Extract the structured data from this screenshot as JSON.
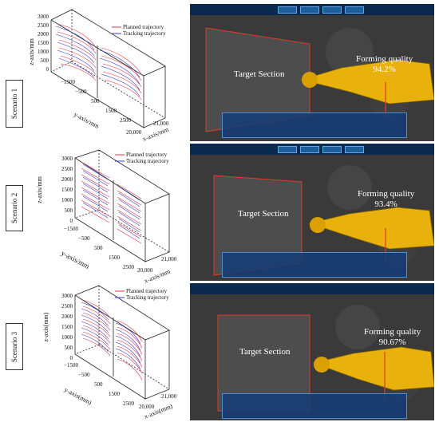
{
  "scenarios": [
    {
      "label": "Scenario 1",
      "plot": {
        "legend": [
          "Planned trajectory",
          "Tracking trajectory"
        ],
        "z_label": "z-axis/mm",
        "y_label": "y-axis/mm",
        "x_label": "x-axis/mm",
        "z_ticks": [
          "3000",
          "2500",
          "2000",
          "1500",
          "1000",
          "500",
          "0"
        ],
        "y_ticks": [
          "−1500",
          "−500",
          "500",
          "1500",
          "2500"
        ],
        "x_ticks": [
          "20,000",
          "21,000"
        ]
      },
      "panel": {
        "target": "Target Section",
        "fq_label": "Forming quality",
        "fq_value": "94.2%"
      }
    },
    {
      "label": "Scenario 2",
      "plot": {
        "legend": [
          "Planned trajectory",
          "Tracking trajectory"
        ],
        "z_label": "z-axis/mm",
        "y_label": "y-axis/mm",
        "x_label": "x-axis/mm",
        "z_ticks": [
          "3000",
          "2500",
          "2000",
          "1500",
          "1000",
          "500",
          "0"
        ],
        "y_ticks": [
          "−1500",
          "−500",
          "500",
          "1500",
          "2500"
        ],
        "x_ticks": [
          "20,000",
          "21,000"
        ]
      },
      "panel": {
        "target": "Target Section",
        "fq_label": "Forming quality",
        "fq_value": "93.4%"
      }
    },
    {
      "label": "Scenario 3",
      "plot": {
        "legend": [
          "Planned trajectory",
          "Tracking trajectory"
        ],
        "z_label": "z-axis(mm)",
        "y_label": "y-axis(mm)",
        "x_label": "x-axis(mm)",
        "z_ticks": [
          "3000",
          "2500",
          "2000",
          "1500",
          "1000",
          "500",
          "0"
        ],
        "y_ticks": [
          "−1500",
          "−500",
          "500",
          "1500",
          "2500"
        ],
        "x_ticks": [
          "20,000",
          "21,000"
        ]
      },
      "panel": {
        "target": "Target Section",
        "fq_label": "Forming quality",
        "fq_value": "90.67%"
      }
    }
  ],
  "colors": {
    "planned": "#e0304a",
    "tracking": "#3a3cc9",
    "machine": "#e8b10c",
    "arrow": "#e23a2a"
  }
}
